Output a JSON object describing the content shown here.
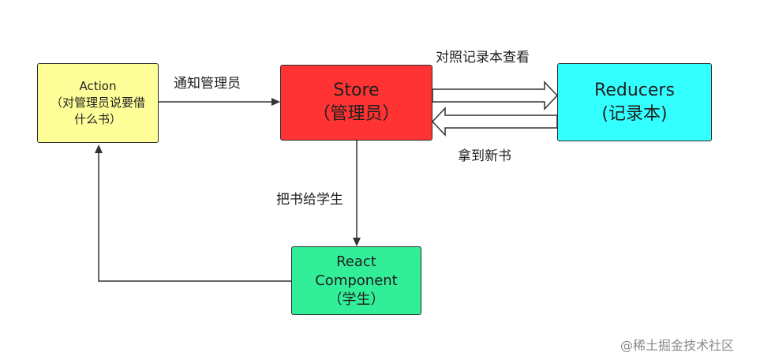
{
  "nodes": {
    "action": {
      "line1": "Action",
      "line2": "（对管理员说要借",
      "line3": "什么书）",
      "color": "#ffff99"
    },
    "store": {
      "line1": "Store",
      "line2": "（管理员）",
      "color": "#ff3333"
    },
    "reducers": {
      "line1": "Reducers",
      "line2": "(记录本)",
      "color": "#33ffff"
    },
    "component": {
      "line1": "React",
      "line2": "Component",
      "line3": "（学生）",
      "color": "#33ee99"
    }
  },
  "edges": {
    "action_to_store": "通知管理员",
    "store_to_reducers": "对照记录本查看",
    "reducers_to_store": "拿到新书",
    "store_to_component": "把书给学生"
  },
  "watermark": "@稀土掘金技术社区"
}
